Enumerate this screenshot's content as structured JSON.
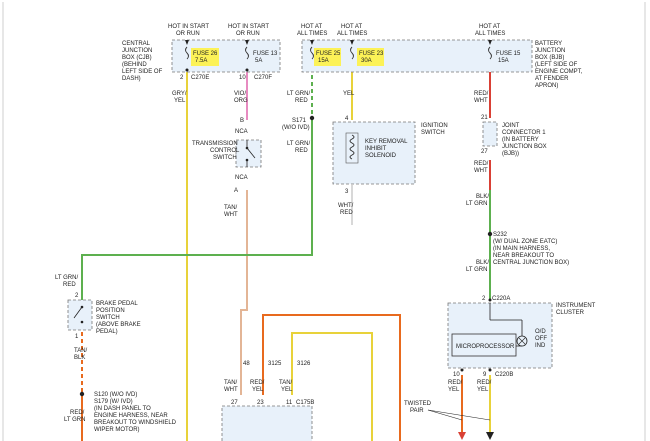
{
  "cjb": {
    "label": [
      "CENTRAL",
      "JUNCTION",
      "BOX (CJB)",
      "(BEHIND",
      "LEFT SIDE OF",
      "DASH)"
    ],
    "supply1": [
      "HOT IN START",
      "OR RUN"
    ],
    "supply2": [
      "HOT IN START",
      "OR RUN"
    ],
    "fuse26": [
      "FUSE 26",
      "7.5A"
    ],
    "fuse13": [
      "FUSE 13",
      "5A"
    ],
    "pin_a": "2",
    "conn_a": "C270E",
    "pin_b": "10",
    "conn_b": "C270F"
  },
  "bjb": {
    "label": [
      "BATTERY",
      "JUNCTION",
      "BOX (BJB)",
      "(LEFT SIDE OF",
      "ENGINE COMPT,",
      "AT FENDER",
      "APRON)"
    ],
    "supply1": [
      "HOT AT",
      "ALL TIMES"
    ],
    "supply2": [
      "HOT AT",
      "ALL TIMES"
    ],
    "supply3": [
      "HOT AT",
      "ALL TIMES"
    ],
    "fuse25": [
      "FUSE 25",
      "15A"
    ],
    "fuse23": [
      "FUSE 23",
      "30A"
    ],
    "fuse15": [
      "FUSE 15",
      "15A"
    ]
  },
  "wires": {
    "gry_yel": [
      "GRY/",
      "YEL"
    ],
    "vio_org": [
      "VIO/",
      "ORG"
    ],
    "ltgrn_red_1": [
      "LT GRN/",
      "RED"
    ],
    "ltgrn_red_2": [
      "LT GRN/",
      "RED"
    ],
    "ltgrn_red_3": [
      "LT GRN/",
      "RED"
    ],
    "yel": "YEL",
    "red_wht_1": [
      "RED/",
      "WHT"
    ],
    "red_wht_2": [
      "RED/",
      "WHT"
    ],
    "tan_wht_1": [
      "TAN/",
      "WHT"
    ],
    "tan_wht_2": [
      "TAN/",
      "WHT"
    ],
    "wht_red": [
      "WHT/",
      "RED"
    ],
    "blk_ltgrn_1": [
      "BLK/",
      "LT GRN"
    ],
    "blk_ltgrn_2": [
      "BLK/",
      "LT GRN"
    ],
    "tan_blk": [
      "TAN/",
      "BLK"
    ],
    "red_ltgrn": [
      "RED/",
      "LT GRN"
    ],
    "red_yel_1": [
      "RED/",
      "YEL"
    ],
    "red_yel_2": [
      "RED/",
      "YEL"
    ],
    "red_yel_3": [
      "RED/",
      "YEL"
    ],
    "tan_yel": [
      "TAN/",
      "YEL"
    ]
  },
  "splices": {
    "s171": [
      "S171",
      "(W/O IVD)"
    ],
    "s232": [
      "S232",
      "(W/ DUAL ZONE EATC)",
      "(IN MAIN HARNESS,",
      "NEAR BREAKOUT TO",
      "CENTRAL JUNCTION BOX)"
    ],
    "s120": [
      "S120    (W/O IVD)",
      "S179    (W/ IVD)",
      "(IN DASH PANEL TO",
      "ENGINE HARNESS, NEAR",
      "BREAKOUT TO WINDSHIELD",
      "WIPER MOTOR)"
    ]
  },
  "tcs": {
    "label": [
      "TRANSMISSION",
      "CONTROL",
      "SWITCH"
    ],
    "pin_top": "B",
    "pin_bot": "A",
    "nca_top": "NCA",
    "nca_bot": "NCA"
  },
  "ignition": {
    "label": [
      "IGNITION",
      "SWITCH"
    ],
    "solenoid": [
      "KEY REMOVAL",
      "INHIBIT",
      "SOLENOID"
    ],
    "pin_top": "4",
    "pin_bot": "3"
  },
  "jc1": {
    "label": [
      "JOINT",
      "CONNECTOR 1",
      "(IN BATTERY",
      "JUNCTION BOX",
      "(BJB))"
    ],
    "pin_top": "21",
    "pin_bot": "27"
  },
  "brake": {
    "label": [
      "BRAKE PEDAL",
      "POSITION",
      "SWITCH",
      "(ABOVE BRAKE",
      "PEDAL)"
    ],
    "pin_top": "2",
    "pin_bot": "1"
  },
  "cluster": {
    "label": [
      "INSTRUMENT",
      "CLUSTER"
    ],
    "micro": "MICROPROCESSOR",
    "ind": [
      "O/D",
      "OFF",
      "IND"
    ],
    "pin_top": "2",
    "conn_top": "C220A",
    "pin_a": "10",
    "pin_b": "9",
    "conn_bot": "C220B"
  },
  "lower": {
    "circ_48": "48",
    "circ_3125": "3125",
    "circ_3126": "3126",
    "pin_27": "27",
    "pin_23": "23",
    "pin_11": "11",
    "conn": "C175B",
    "twisted": [
      "TWISTED",
      "PAIR"
    ]
  },
  "colors": {
    "wire_yellow": "#e8d23a",
    "wire_green": "#5db04f",
    "wire_red": "#d94035",
    "wire_orange": "#e86a1e",
    "wire_tan": "#e3b596",
    "wire_pink": "#e78bc1",
    "highlight": "#fff23a",
    "box_fill": "#e8f1fa"
  }
}
